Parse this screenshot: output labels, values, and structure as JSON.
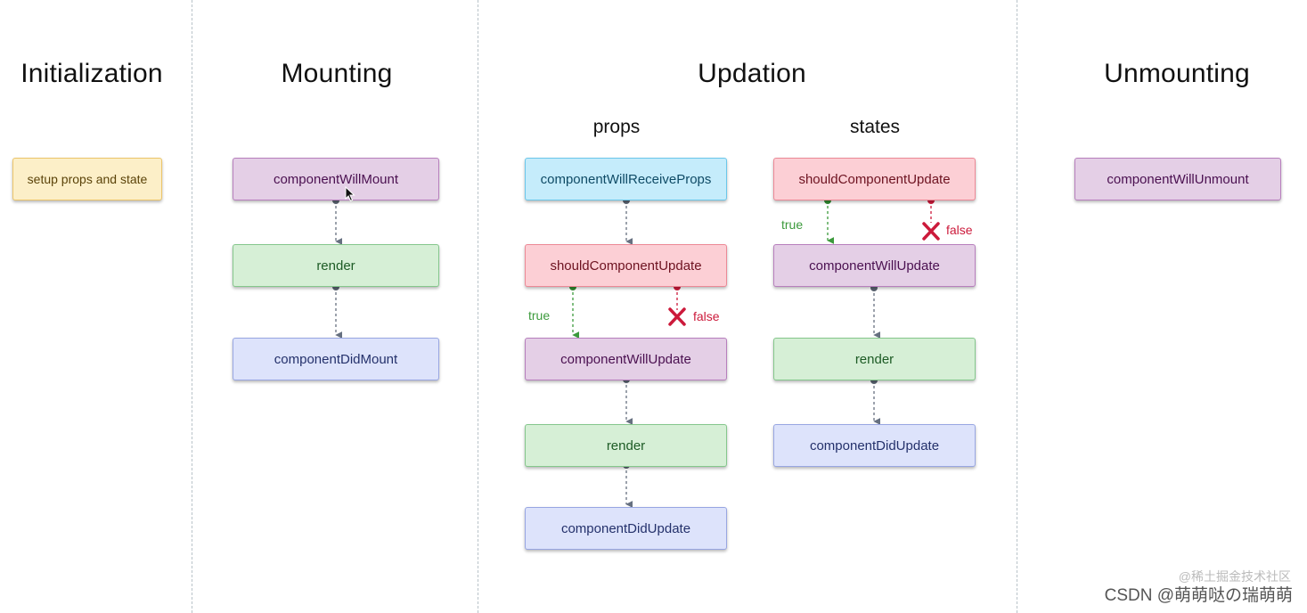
{
  "phases": {
    "initialization": "Initialization",
    "mounting": "Mounting",
    "updation": "Updation",
    "unmounting": "Unmounting"
  },
  "subphases": {
    "props": "props",
    "states": "states"
  },
  "nodes": {
    "setup": "setup props and state",
    "will_mount": "componentWillMount",
    "mount_render": "render",
    "did_mount": "componentDidMount",
    "will_receive_props": "componentWillReceiveProps",
    "props_should_update": "shouldComponentUpdate",
    "props_will_update": "componentWillUpdate",
    "props_render": "render",
    "props_did_update": "componentDidUpdate",
    "states_should_update": "shouldComponentUpdate",
    "states_will_update": "componentWillUpdate",
    "states_render": "render",
    "states_did_update": "componentDidUpdate",
    "will_unmount": "componentWillUnmount"
  },
  "edge_labels": {
    "true": "true",
    "false": "false"
  },
  "watermark": {
    "line1": "@稀土掘金技术社区",
    "line2": "CSDN @萌萌哒の瑞萌萌"
  },
  "colors": {
    "lifecycle_purple": "#e4cfe6",
    "render_green": "#d6efd6",
    "did_blue": "#dde3fb",
    "should_update_red": "#fccfd5",
    "receive_props_cyan": "#c5ecfb",
    "setup_yellow": "#fcefc8",
    "true_green": "#3c9a3c",
    "false_red": "#cc1a3b"
  }
}
